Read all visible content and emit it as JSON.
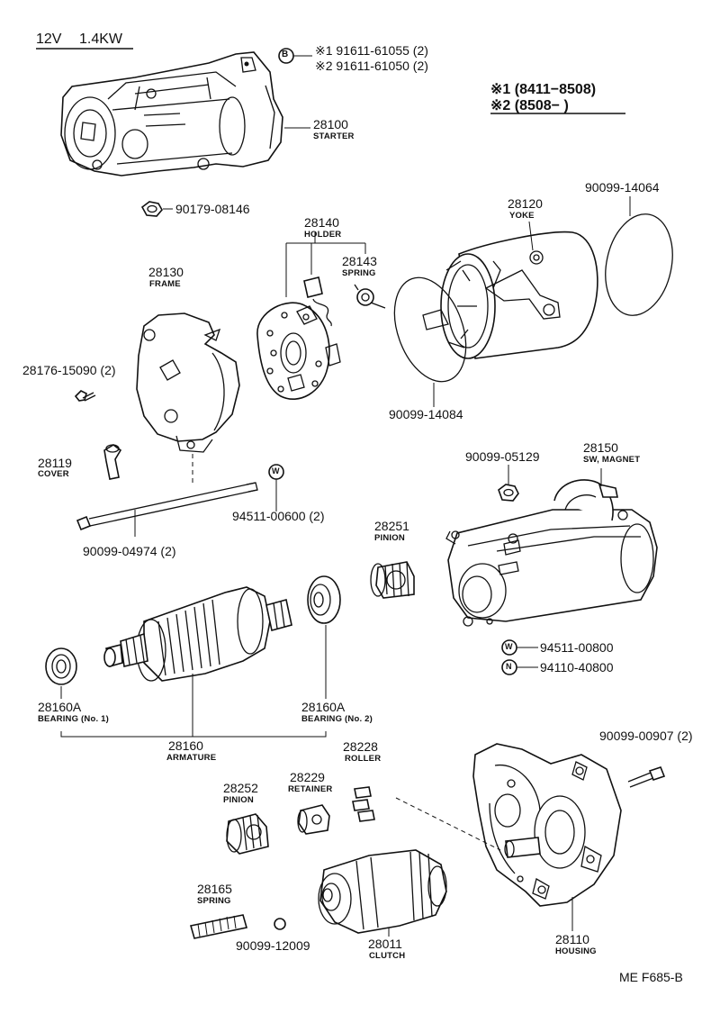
{
  "header": {
    "voltage": "12V",
    "power": "1.4KW"
  },
  "notes": {
    "bolt_symbol": "B",
    "bolt_1": "※1  91611-61055 (2)",
    "bolt_2": "※2  91611-61050 (2)",
    "legend_1": "※1 (8411−8508)",
    "legend_2": "※2 (8508−       )"
  },
  "parts": {
    "starter": {
      "number": "28100",
      "name": "STARTER"
    },
    "nut_90179": {
      "number": "90179-08146"
    },
    "frame": {
      "number": "28130",
      "name": "FRAME"
    },
    "screw_28176": {
      "number": "28176-15090 (2)"
    },
    "cover": {
      "number": "28119",
      "name": "COVER"
    },
    "holder": {
      "number": "28140",
      "name": "HOLDER"
    },
    "spring_28143": {
      "number": "28143",
      "name": "SPRING"
    },
    "yoke": {
      "number": "28120",
      "name": "YOKE"
    },
    "oring_90099_14064": {
      "number": "90099-14064"
    },
    "oring_90099_14084": {
      "number": "90099-14084"
    },
    "washer_94511_00600": {
      "symbol": "W",
      "number": "94511-00600 (2)"
    },
    "bolt_90099_04974": {
      "number": "90099-04974 (2)"
    },
    "nut_90099_05129": {
      "number": "90099-05129"
    },
    "magnet_switch": {
      "number": "28150",
      "name": "SW, MAGNET"
    },
    "pinion_28251": {
      "number": "28251",
      "name": "PINION"
    },
    "washer_94511_00800": {
      "symbol": "W",
      "number": "94511-00800"
    },
    "nut_94110_40800": {
      "symbol": "N",
      "number": "94110-40800"
    },
    "bearing_no1": {
      "number": "28160A",
      "name": "BEARING (No. 1)"
    },
    "bearing_no2": {
      "number": "28160A",
      "name": "BEARING (No. 2)"
    },
    "armature": {
      "number": "28160",
      "name": "ARMATURE"
    },
    "bolt_90099_00907": {
      "number": "90099-00907 (2)"
    },
    "roller": {
      "number": "28228",
      "name": "ROLLER"
    },
    "retainer": {
      "number": "28229",
      "name": "RETAINER"
    },
    "pinion_28252": {
      "number": "28252",
      "name": "PINION"
    },
    "spring_28165": {
      "number": "28165",
      "name": "SPRING"
    },
    "ball_90099_12009": {
      "number": "90099-12009"
    },
    "clutch": {
      "number": "28011",
      "name": "CLUTCH"
    },
    "housing": {
      "number": "28110",
      "name": "HOUSING"
    }
  },
  "footer": {
    "code": "ME F685-B"
  }
}
